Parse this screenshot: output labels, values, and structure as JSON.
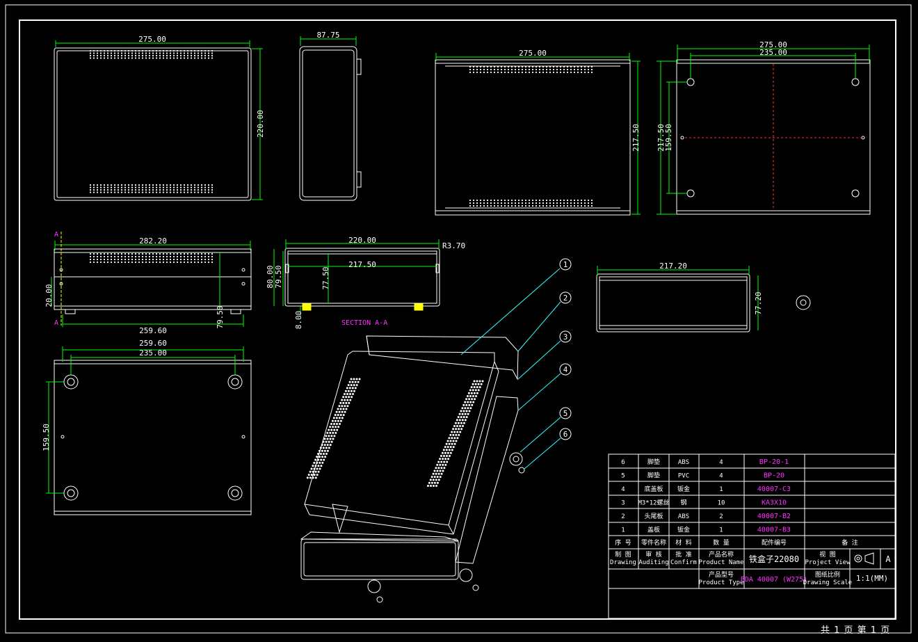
{
  "colors": {
    "background": "#000000",
    "outline": "#ffffff",
    "dimension": "#00ff00",
    "centerline": "#ff3333",
    "leader": "#33ffff",
    "part_code": "#ff33ff",
    "foot": "#ffff00"
  },
  "views": {
    "top": {
      "width": "275.00",
      "height": "220.00"
    },
    "side": {
      "width": "87.75"
    },
    "front_top": {
      "width": "275.00",
      "height": "217.50"
    },
    "bottom_right": {
      "width_outer": "275.00",
      "width_inner": "235.00",
      "height_outer": "217.50",
      "height_inner": "159.50"
    },
    "front": {
      "width": "282.20",
      "base_width": "259.60",
      "height_left": "20.00",
      "height_mid": "79.50",
      "marker": "A"
    },
    "section": {
      "outer_width": "220.00",
      "inner_width": "217.50",
      "radius": "R3.70",
      "h1": "80.00",
      "h2": "79.50",
      "depth": "77.50",
      "foot": "8.00",
      "label": "SECTION A-A"
    },
    "panel": {
      "width": "217.20",
      "height": "77.20"
    },
    "base": {
      "width_outer": "259.60",
      "width_inner": "235.00",
      "height": "159.50"
    }
  },
  "balloons": [
    "1",
    "2",
    "3",
    "4",
    "5",
    "6"
  ],
  "bom": {
    "rows": [
      {
        "no": "6",
        "name": "脚垫",
        "material": "ABS",
        "qty": "4",
        "code": "BP-20-1",
        "note": ""
      },
      {
        "no": "5",
        "name": "脚垫",
        "material": "PVC",
        "qty": "4",
        "code": "BP-20",
        "note": ""
      },
      {
        "no": "4",
        "name": "底盖板",
        "material": "钣金",
        "qty": "1",
        "code": "40007-C3",
        "note": ""
      },
      {
        "no": "3",
        "name": "M3*12螺丝",
        "material": "钢",
        "qty": "10",
        "code": "KA3X10",
        "note": ""
      },
      {
        "no": "2",
        "name": "头尾板",
        "material": "ABS",
        "qty": "2",
        "code": "40007-B2",
        "note": ""
      },
      {
        "no": "1",
        "name": "盖板",
        "material": "钣金",
        "qty": "1",
        "code": "40007-B3",
        "note": ""
      }
    ],
    "header": {
      "no": "序 号",
      "name": "零件名称",
      "material": "材 料",
      "qty": "数 量",
      "code": "配件编号",
      "note": "备 注"
    },
    "title_block": {
      "drawing_cn": "制 图",
      "drawing_en": "Drawing",
      "auditing_cn": "审 核",
      "auditing_en": "Auditing",
      "confirm_cn": "批 准",
      "confirm_en": "Confirm",
      "pname_cn": "产品名称",
      "pname_en": "Product Name",
      "pname_val": "铁盒子22080",
      "pview_cn": "视 图",
      "pview_en": "Project View",
      "pview_val": "A",
      "ptype_cn": "产品型号",
      "ptype_en": "Product Type",
      "ptype_val": "BDA 40007 (W275)",
      "scale_cn": "图纸比例",
      "scale_en": "Drawing Scale",
      "scale_val": "1:1(MM)"
    }
  },
  "footer": "共 1 页  第 1 页"
}
